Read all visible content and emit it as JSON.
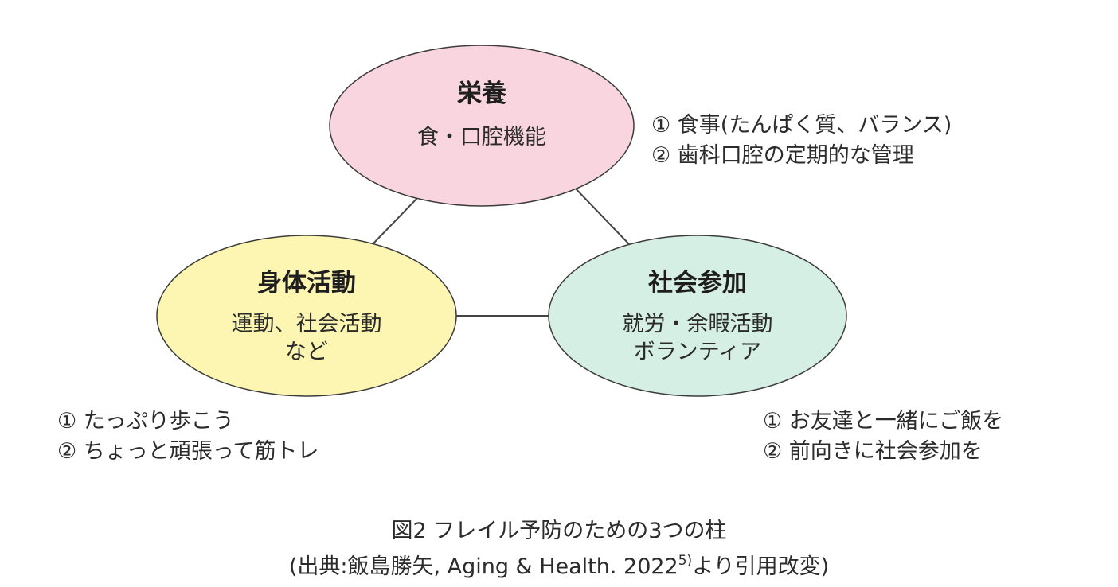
{
  "nodes": {
    "nutrition": {
      "title": "栄養",
      "lines": [
        "食・口腔機能"
      ],
      "fill": "#f8d5df"
    },
    "physical": {
      "title": "身体活動",
      "lines": [
        "運動、社会活動",
        "など"
      ],
      "fill": "#fdf6b2"
    },
    "social": {
      "title": "社会参加",
      "lines": [
        "就労・余暇活動",
        "ボランティア"
      ],
      "fill": "#d6efe4"
    }
  },
  "notes": {
    "nutrition": [
      "① 食事(たんぱく質、バランス)",
      "② 歯科口腔の定期的な管理"
    ],
    "physical": [
      "① たっぷり歩こう",
      "② ちょっと頑張って筋トレ"
    ],
    "social": [
      "① お友達と一緒にご飯を",
      "② 前向きに社会参加を"
    ]
  },
  "caption": {
    "line1": "図2 フレイル予防のための3つの柱",
    "line2_pre": "(出典:飯島勝矢, Aging & Health. 2022",
    "line2_sup": "5)",
    "line2_post": "より引用改変)"
  },
  "colors": {
    "stroke": "#3c3c3c",
    "connector": "#444444"
  }
}
